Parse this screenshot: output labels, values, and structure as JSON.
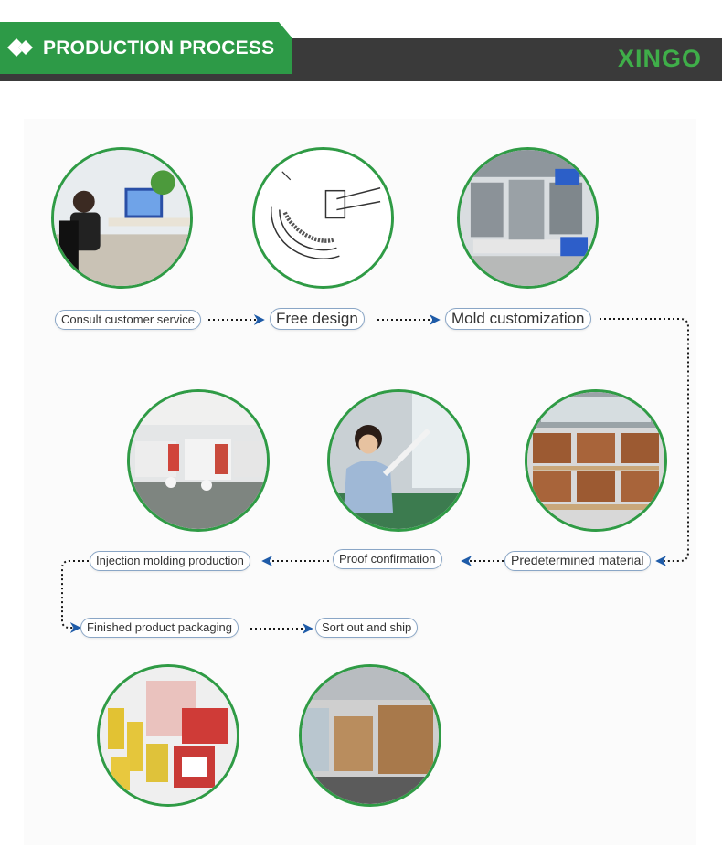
{
  "header": {
    "title": "PRODUCTION PROCESS",
    "logo": "XINGO",
    "colors": {
      "brand_green": "#2d9a47",
      "bar": "#3a3a3a",
      "logo_green": "#3fae49"
    }
  },
  "steps": [
    {
      "label": "Consult customer service",
      "photo": "office-worker-at-computer"
    },
    {
      "label": "Free design",
      "photo": "technical-drawing"
    },
    {
      "label": "Mold customization",
      "photo": "steel-molds"
    },
    {
      "label": "Predetermined material",
      "photo": "material-boxes-on-pallets"
    },
    {
      "label": "Proof confirmation",
      "photo": "worker-inspecting-sample"
    },
    {
      "label": "Injection molding production",
      "photo": "injection-molding-machines"
    },
    {
      "label": "Finished product packaging",
      "photo": "packaged-products"
    },
    {
      "label": "Sort out and ship",
      "photo": "warehouse-cartons"
    }
  ],
  "icons": {
    "header": "double-chevron-icon",
    "connector": "arrow-head-icon"
  }
}
